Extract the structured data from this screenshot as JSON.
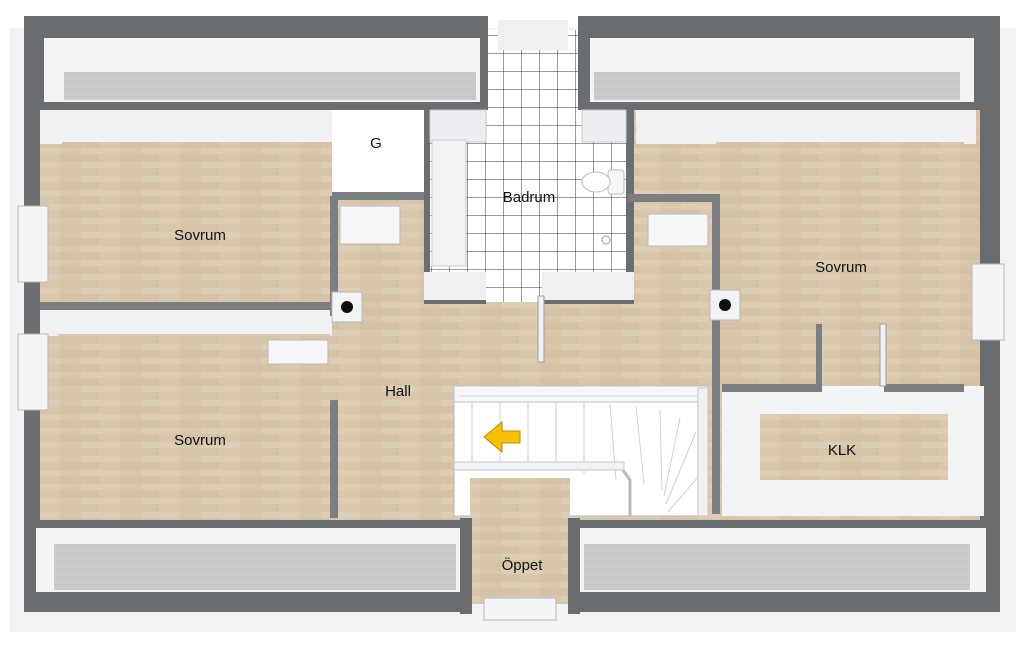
{
  "rooms": {
    "g": "G",
    "badrum": "Badrum",
    "sovrum_nw": "Sovrum",
    "sovrum_sw": "Sovrum",
    "sovrum_e": "Sovrum",
    "hall": "Hall",
    "klk": "KLK",
    "oppet": "Öppet"
  },
  "colors": {
    "outer_wall": "#676a6d",
    "inner_wall": "#7d8083",
    "wall_top": "#f4f4f6",
    "wood_floor": "#d9c7ac",
    "tile_floor": "#ffffff",
    "tile_grout": "#3a3a3a",
    "eave_floor": "#c9cbcc",
    "stair_arrow": "#f5c000"
  },
  "icons": [
    "stair-direction-arrow-icon",
    "chimney-icon",
    "toilet-icon",
    "sink-icon",
    "shower-icon",
    "door-icon",
    "window-icon"
  ]
}
